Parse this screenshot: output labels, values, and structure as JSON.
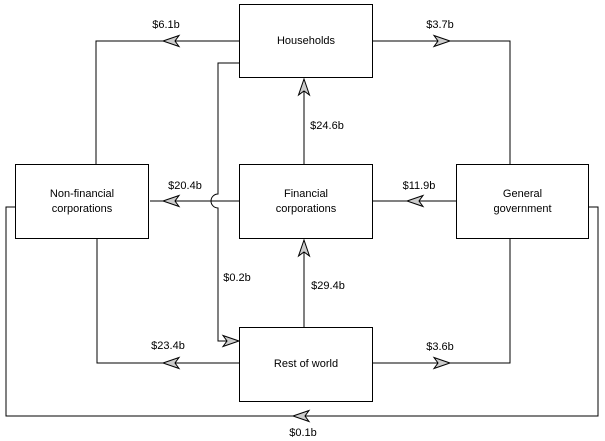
{
  "diagram": {
    "type": "sector-flow-diagram",
    "colors": {
      "background": "#ffffff",
      "line": "#000000",
      "arrowhead_fill": "#cccccc"
    },
    "nodes": [
      {
        "id": "households",
        "label": "Households"
      },
      {
        "id": "non-financial-corporations",
        "label": "Non-financial corporations"
      },
      {
        "id": "financial-corporations",
        "label": "Financial corporations"
      },
      {
        "id": "general-government",
        "label": "General government"
      },
      {
        "id": "rest-of-world",
        "label": "Rest of world"
      }
    ],
    "flows": [
      {
        "from": "households",
        "to": "non-financial-corporations",
        "amount": "$6.1b"
      },
      {
        "from": "households",
        "to": "general-government",
        "amount": "$3.7b"
      },
      {
        "from": "financial-corporations",
        "to": "households",
        "amount": "$24.6b"
      },
      {
        "from": "financial-corporations",
        "to": "non-financial-corporations",
        "amount": "$20.4b"
      },
      {
        "from": "general-government",
        "to": "financial-corporations",
        "amount": "$11.9b"
      },
      {
        "from": "households",
        "to": "rest-of-world",
        "amount": "$0.2b"
      },
      {
        "from": "rest-of-world",
        "to": "financial-corporations",
        "amount": "$29.4b"
      },
      {
        "from": "rest-of-world",
        "to": "non-financial-corporations",
        "amount": "$23.4b"
      },
      {
        "from": "rest-of-world",
        "to": "general-government",
        "amount": "$3.6b"
      },
      {
        "from": "general-government",
        "to": "non-financial-corporations",
        "amount": "$0.1b"
      }
    ]
  }
}
